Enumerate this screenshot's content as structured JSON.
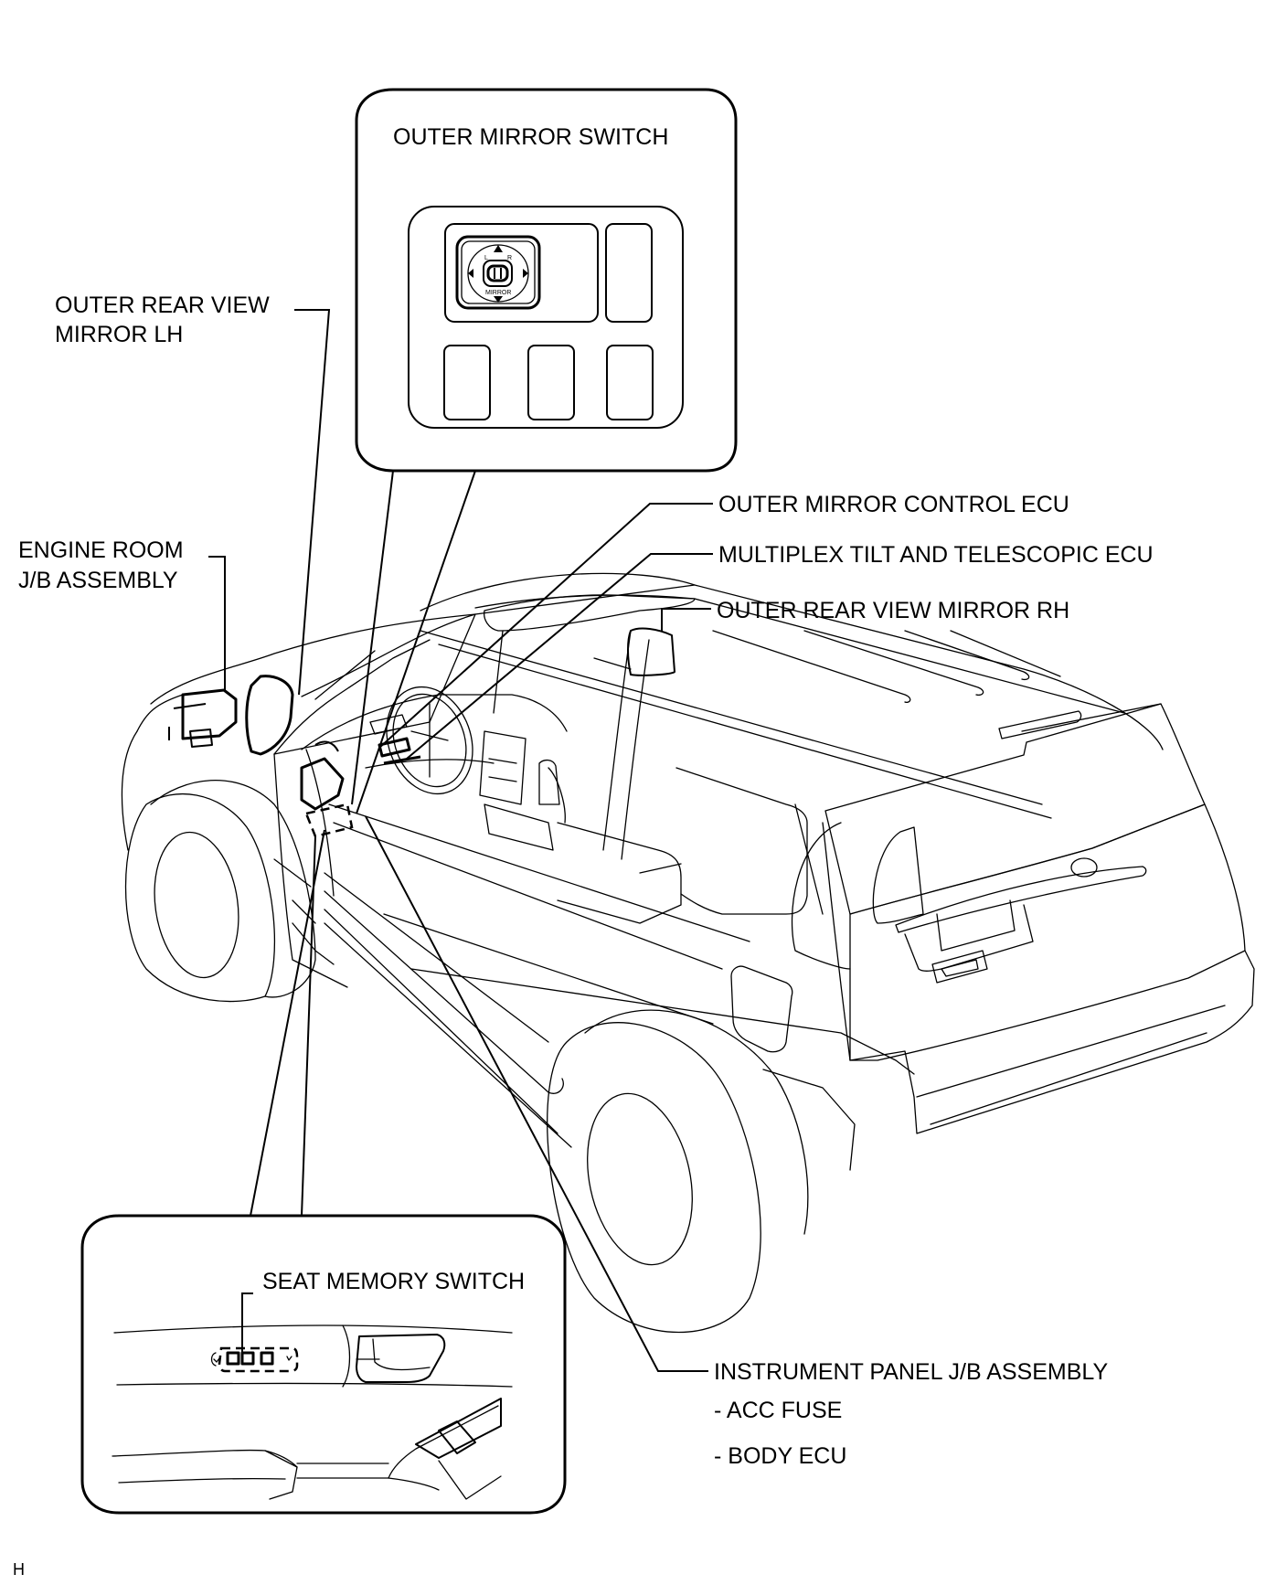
{
  "diagram": {
    "type": "component-location",
    "subject": "SUV (power mirror / seat memory system)",
    "sheet_code": "H",
    "callouts": {
      "outer_mirror_switch": {
        "title": "OUTER MIRROR SWITCH",
        "switch_text": "MIRROR",
        "left_mark": "L",
        "right_mark": "R"
      },
      "seat_memory_switch": {
        "title": "SEAT MEMORY SWITCH"
      }
    },
    "labels": {
      "outer_rear_view_mirror_lh": [
        "OUTER REAR VIEW",
        "MIRROR LH"
      ],
      "engine_room_jb": [
        "ENGINE ROOM",
        "J/B ASSEMBLY"
      ],
      "outer_mirror_control_ecu": "OUTER MIRROR CONTROL ECU",
      "multiplex_tilt_telescopic_ecu": "MULTIPLEX TILT AND TELESCOPIC ECU",
      "outer_rear_view_mirror_rh": "OUTER REAR VIEW MIRROR RH",
      "instrument_panel_jb": {
        "title": "INSTRUMENT PANEL J/B ASSEMBLY",
        "items": [
          "- ACC FUSE",
          "- BODY ECU"
        ]
      }
    }
  }
}
